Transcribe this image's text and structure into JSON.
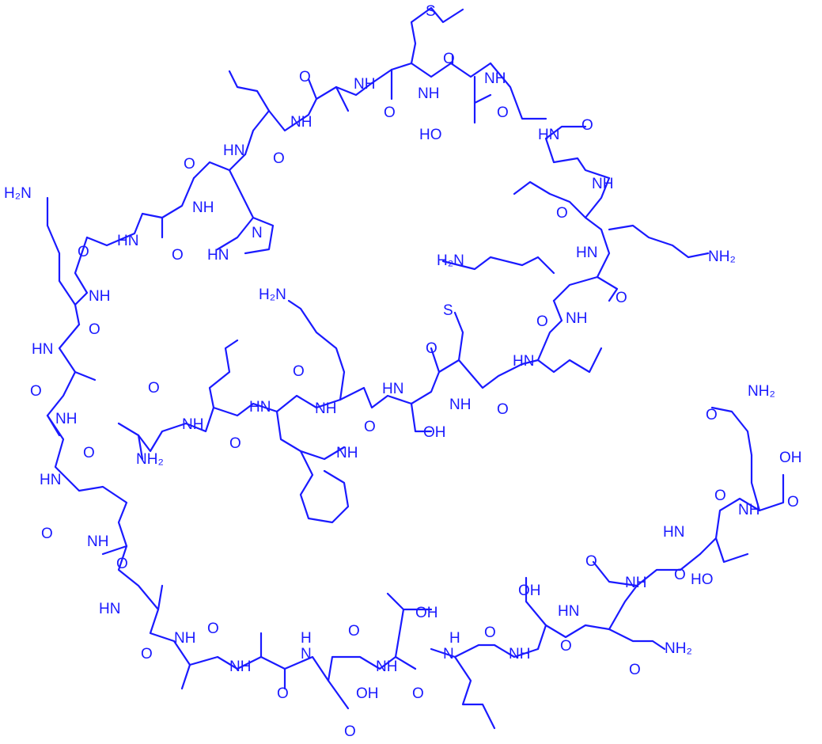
{
  "colors": {
    "structure": "#1a1aff",
    "background": "#ffffff"
  },
  "labels": {
    "nh": "NH",
    "hn": "HN",
    "h2n": "H₂N",
    "nh2": "NH₂",
    "o": "O",
    "oh": "OH",
    "ho": "HO",
    "s": "S",
    "n": "N",
    "h": "H"
  }
}
